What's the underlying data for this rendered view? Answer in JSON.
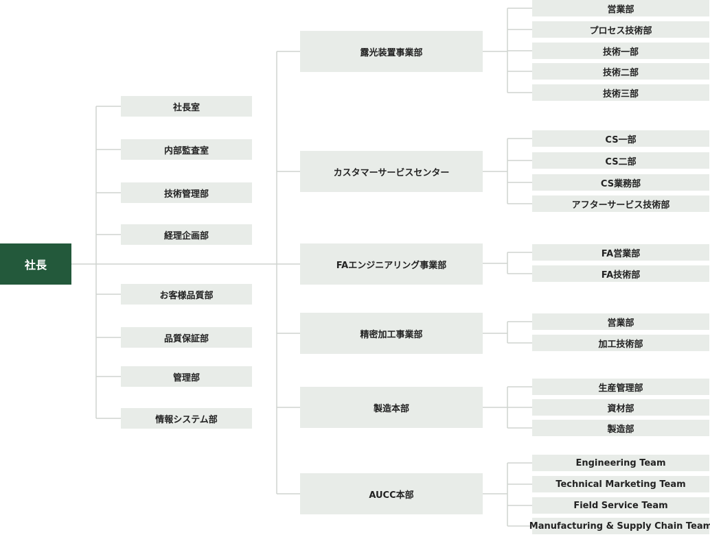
{
  "colors": {
    "root_bg": "#23593b",
    "box_bg": "#e8ece8",
    "line": "#cfd4cf"
  },
  "root": "社長",
  "staff": [
    "社長室",
    "内部監査室",
    "技術管理部",
    "経理企画部",
    "お客様品質部",
    "品質保証部",
    "管理部",
    "情報システム部"
  ],
  "divisions": [
    {
      "name": "露光装置事業部",
      "departments": [
        "営業部",
        "プロセス技術部",
        "技術一部",
        "技術二部",
        "技術三部"
      ]
    },
    {
      "name": "カスタマーサービスセンター",
      "departments": [
        "CS一部",
        "CS二部",
        "CS業務部",
        "アフターサービス技術部"
      ]
    },
    {
      "name": "FAエンジニアリング事業部",
      "departments": [
        "FA営業部",
        "FA技術部"
      ]
    },
    {
      "name": "精密加工事業部",
      "departments": [
        "営業部",
        "加工技術部"
      ]
    },
    {
      "name": "製造本部",
      "departments": [
        "生産管理部",
        "資材部",
        "製造部"
      ]
    },
    {
      "name": "AUCC本部",
      "departments": [
        "Engineering Team",
        "Technical Marketing Team",
        "Field Service Team",
        "Manufacturing & Supply Chain Team"
      ]
    }
  ]
}
